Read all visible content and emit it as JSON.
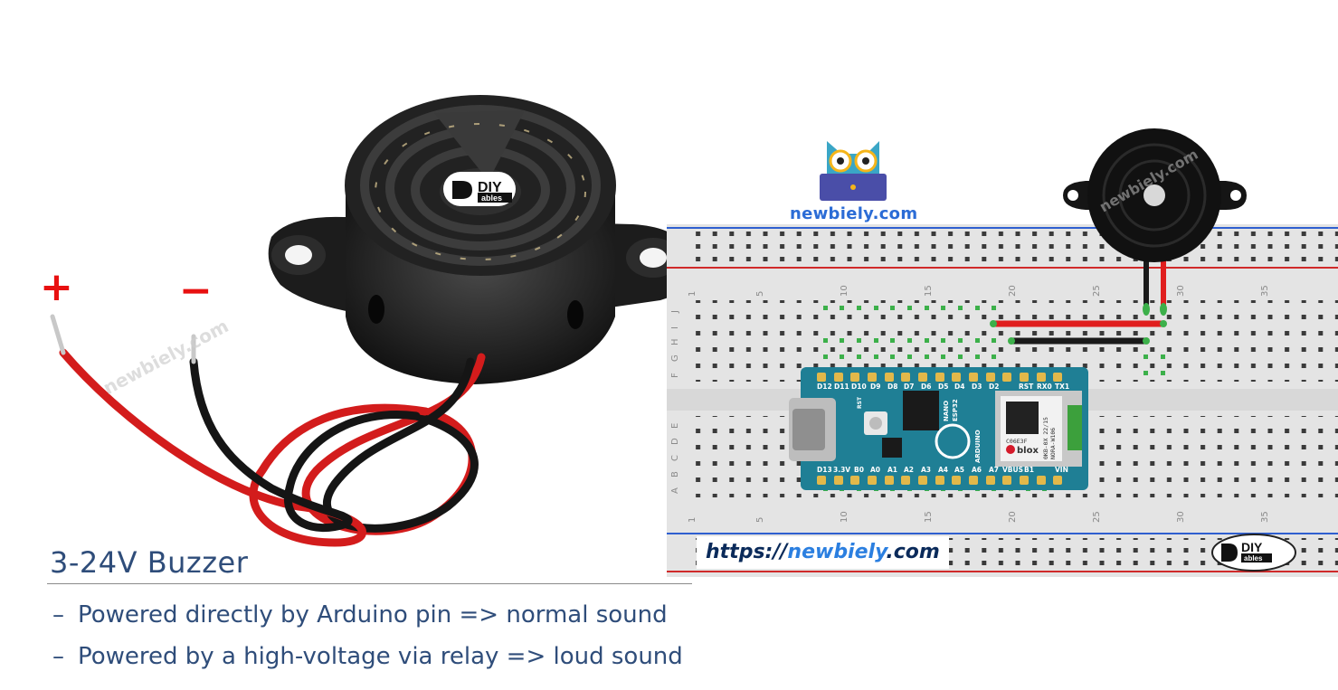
{
  "left_panel": {
    "title": "3-24V Buzzer",
    "polarity": {
      "plus": "+",
      "minus": "−"
    },
    "bullets": [
      "Powered directly by Arduino pin => normal sound",
      "Powered by a high-voltage via relay => loud sound"
    ],
    "logo": {
      "top": "DIY",
      "bottom": "ables"
    },
    "watermark": "newbiely.com"
  },
  "right_panel": {
    "brand": "newbiely.com",
    "url": {
      "prefix": "https://",
      "highlight": "newbiely",
      "suffix": ".com"
    },
    "logo": {
      "top": "DIY",
      "bottom": "ables"
    },
    "watermark": "newbiely.com",
    "breadboard": {
      "column_numbers_top": [
        "1",
        "5",
        "10",
        "15",
        "20",
        "25",
        "30",
        "35"
      ],
      "column_numbers_bottom": [
        "1",
        "5",
        "10",
        "15",
        "20",
        "25",
        "30",
        "35"
      ],
      "row_letters": [
        "J",
        "I",
        "H",
        "G",
        "F",
        "E",
        "D",
        "C",
        "B",
        "A"
      ]
    },
    "board": {
      "top_pins": [
        "D12",
        "D11",
        "D10",
        "D9",
        "D8",
        "D7",
        "D6",
        "D5",
        "D4",
        "D3",
        "D2",
        "RST",
        "RX0",
        "TX1"
      ],
      "bottom_pins": [
        "D13",
        "3.3V",
        "B0",
        "A0",
        "A1",
        "A2",
        "A3",
        "A4",
        "A5",
        "A6",
        "A7",
        "VBUS",
        "B1",
        "VIN"
      ],
      "labels": [
        "NANO",
        "ESP32",
        "ARDUINO",
        "RST"
      ],
      "module_text": [
        "C06E3F",
        "0KB-0X 22/15",
        "NORA-W106",
        "blox"
      ]
    },
    "colors": {
      "wire_red": "#e01e1e",
      "wire_black": "#1a1a1a",
      "board": "#1f7f95",
      "brand": "#2b6cd6"
    }
  }
}
